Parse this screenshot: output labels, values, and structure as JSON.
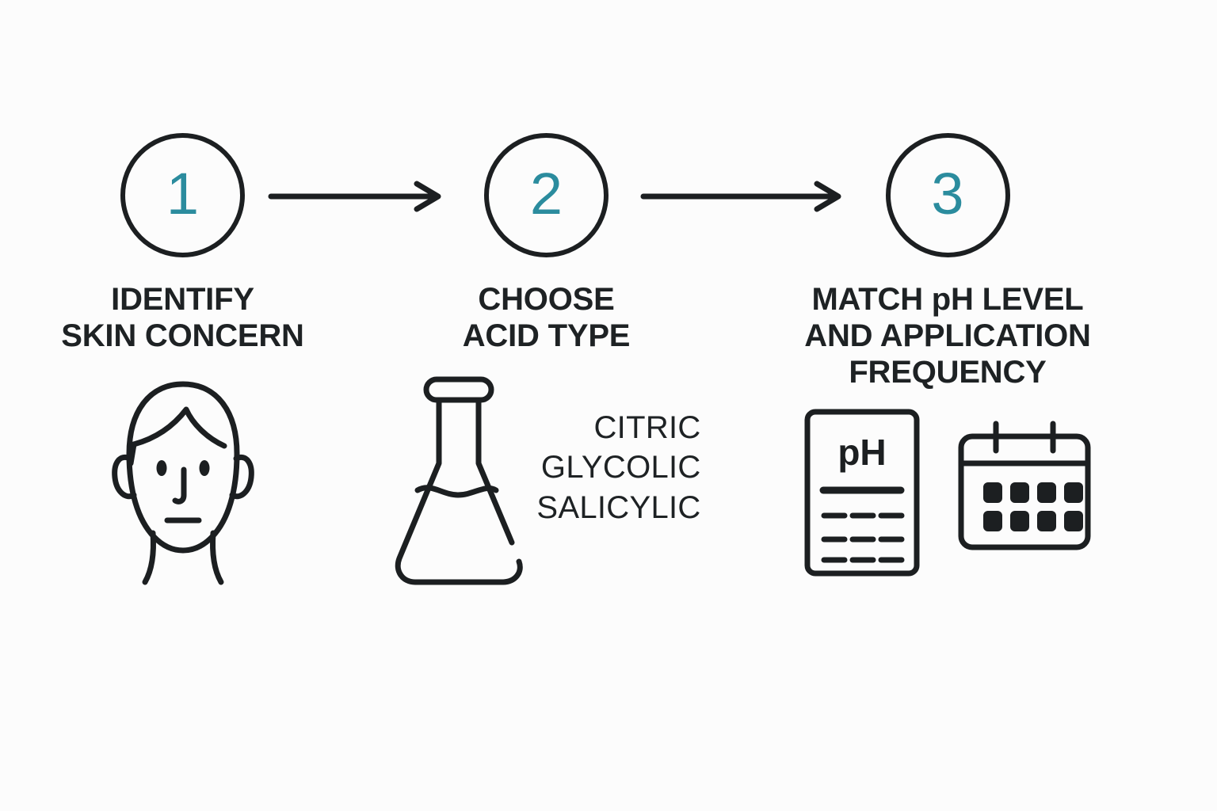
{
  "theme": {
    "background": "#FCFCFC",
    "ink": "#1E2224",
    "accent_teal": "#2B8C9E",
    "stroke": "#1C1F21"
  },
  "diagram": {
    "type": "3-step horizontal process flow",
    "steps": [
      {
        "number": "1",
        "title": "IDENTIFY\nSKIN CONCERN",
        "icon": "face-icon"
      },
      {
        "number": "2",
        "title": "CHOOSE\nACID TYPE",
        "icon": "flask-icon",
        "list": [
          "CITRIC",
          "GLYCOLIC",
          "SALICYLIC"
        ]
      },
      {
        "number": "3",
        "title": "MATCH pH LEVEL\nAND APPLICATION\nFREQUENCY",
        "icons": [
          "ph-card-icon",
          "calendar-icon"
        ],
        "ph_card_label": "pH"
      }
    ],
    "connectors": [
      {
        "name": "arrow-step1-to-step2",
        "direction": "right"
      },
      {
        "name": "arrow-step2-to-step3",
        "direction": "right"
      }
    ]
  }
}
